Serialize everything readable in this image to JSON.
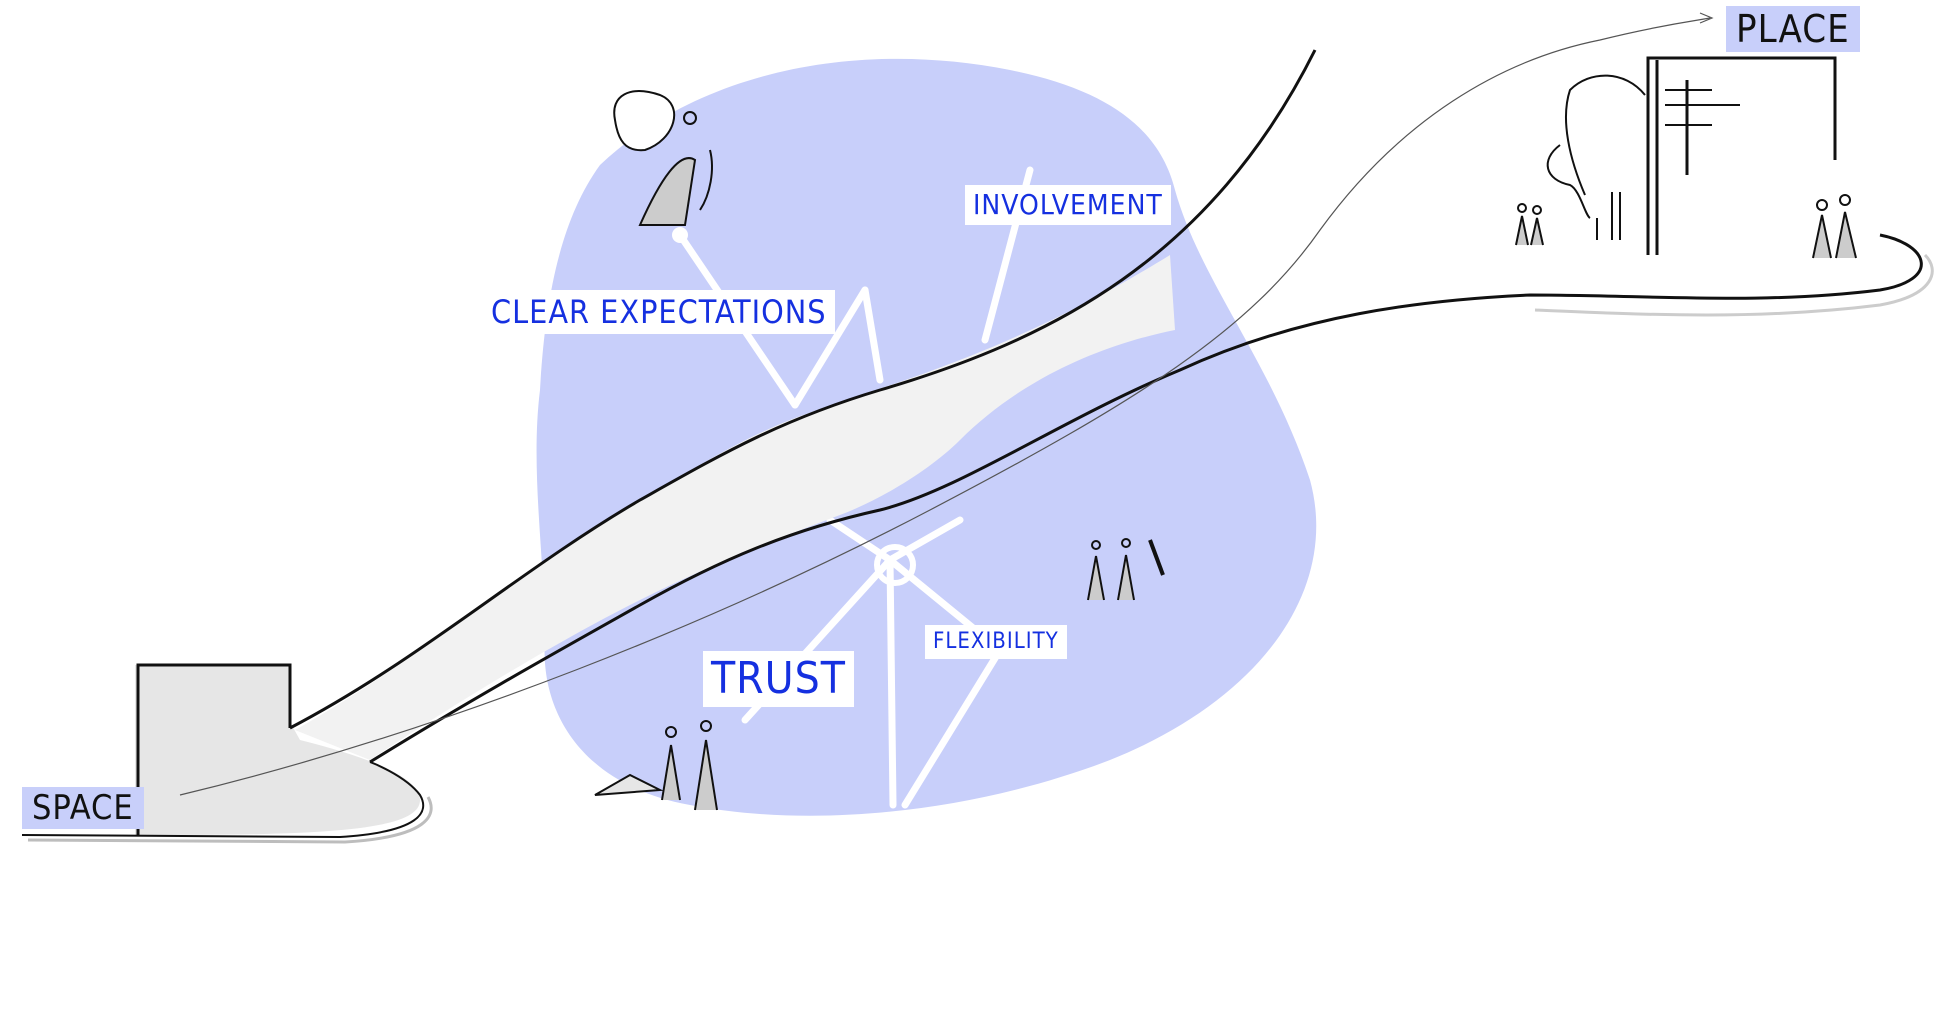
{
  "labels": {
    "place": "PLACE",
    "space": "SPACE",
    "involvement": "INVOLVEMENT",
    "clear_expectations": "CLEAR EXPECTATIONS",
    "trust": "TRUST",
    "flexibility": "FLEXIBILITY"
  },
  "colors": {
    "blob": "#c8cffa",
    "label_text": "#1530e0",
    "tag_bg": "#c8cffa",
    "path_fill": "#f1f1f1",
    "ink": "#111111"
  },
  "icons": [
    "person-icon",
    "person-with-laptop-icon",
    "building-icon",
    "block-icon",
    "net-knot-icon"
  ]
}
